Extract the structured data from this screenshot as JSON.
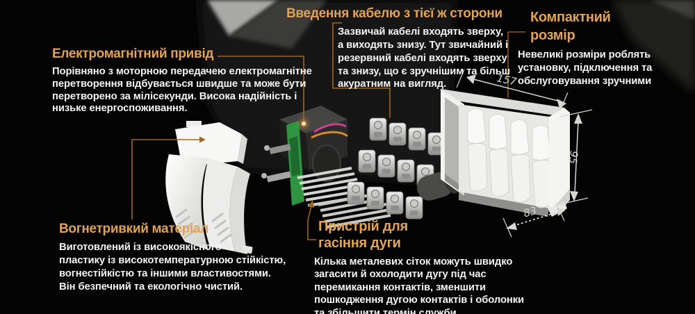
{
  "callouts": {
    "cable_entry": {
      "title": "Введення кабелю з тієї ж сторони",
      "body": "Зазвичай кабелі входять зверху,\nа виходять знизу. Тут звичайний і\nрезервний кабелі входять зверху\nта знизу, що є зручнішим та більш\nакуратним на вигляд."
    },
    "compact_size": {
      "title": "Компактний\nрозмір",
      "body": "Невеликі розміри роблять\nустановку, підключення та\nобслуговування зручними"
    },
    "electromagnetic_drive": {
      "title": "Електромагнітний привід",
      "body": "Порівняно з моторною передачею електромагнітне\nперетворення відбувається швидше та може бути\nперетворено за мілісекунди. Висока надійність і\nнизьке енергоспоживання."
    },
    "fireproof_material": {
      "title": "Вогнетривкий матеріал",
      "body": "Виготовлений із високоякісного\nпластику із високотемпературною стійкістю,\nвогнестійкістю та іншими властивостями.\nВін безпечний та екологічно чистий."
    },
    "arc_quenching": {
      "title": "Пристрій для\nгасіння дуги",
      "body": "Кілька металевих сіток можуть швидко\nзагасити й охолодити дугу під час\nперемикання контактів, зменшити\nпошкодження дугою контактів і оболонки\nта збільшити термін служби."
    }
  },
  "dimensions": {
    "width_mm": "157",
    "height_mm": "95",
    "depth_mm": "83"
  },
  "colors": {
    "accent": "#e2a355",
    "leader_line": "#a2661f",
    "dimension_line": "#d6d6d3",
    "body_text": "#f3f3f3",
    "background": "#040404"
  }
}
